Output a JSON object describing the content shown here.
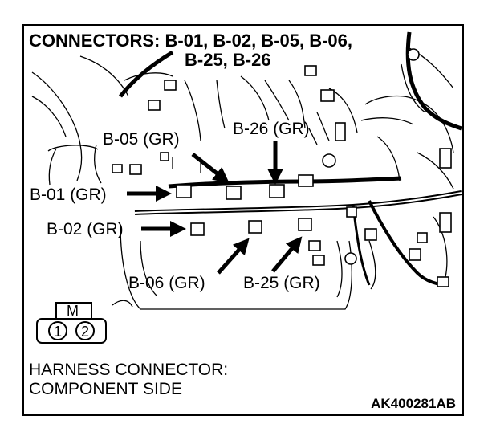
{
  "title": {
    "line1": "CONNECTORS: B-01, B-02, B-05, B-06,",
    "line2": "B-25, B-26"
  },
  "callouts": {
    "b05": "B-05 (GR)",
    "b26": "B-26 (GR)",
    "b01": "B-01 (GR)",
    "b02": "B-02 (GR)",
    "b06": "B-06 (GR)",
    "b25": "B-25 (GR)"
  },
  "harness_connector": {
    "label": "M",
    "pins": [
      "1",
      "2"
    ],
    "caption_line1": "HARNESS CONNECTOR:",
    "caption_line2": "COMPONENT SIDE"
  },
  "figure_code": "AK400281AB"
}
